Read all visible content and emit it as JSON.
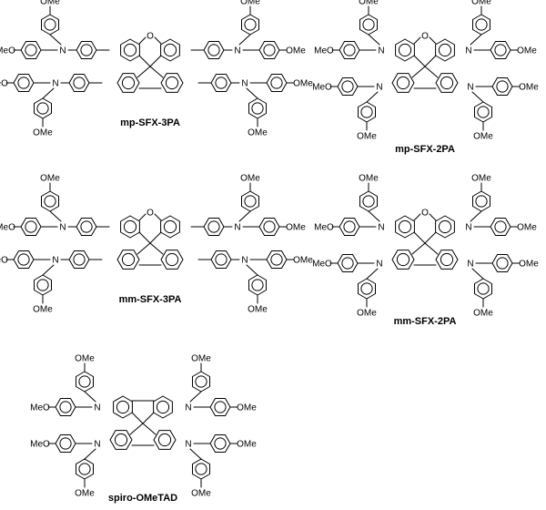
{
  "atoms": {
    "methoxy": "OMe",
    "methoxy_left": "MeO",
    "nitrogen": "N",
    "oxygen": "O"
  },
  "molecules": [
    {
      "key": "mp-3pa",
      "label": "mp-SFX-3PA"
    },
    {
      "key": "mp-2pa",
      "label": "mp-SFX-2PA"
    },
    {
      "key": "mm-3pa",
      "label": "mm-SFX-3PA"
    },
    {
      "key": "mm-2pa",
      "label": "mm-SFX-2PA"
    },
    {
      "key": "spiro",
      "label": "spiro-OMeTAD"
    }
  ]
}
